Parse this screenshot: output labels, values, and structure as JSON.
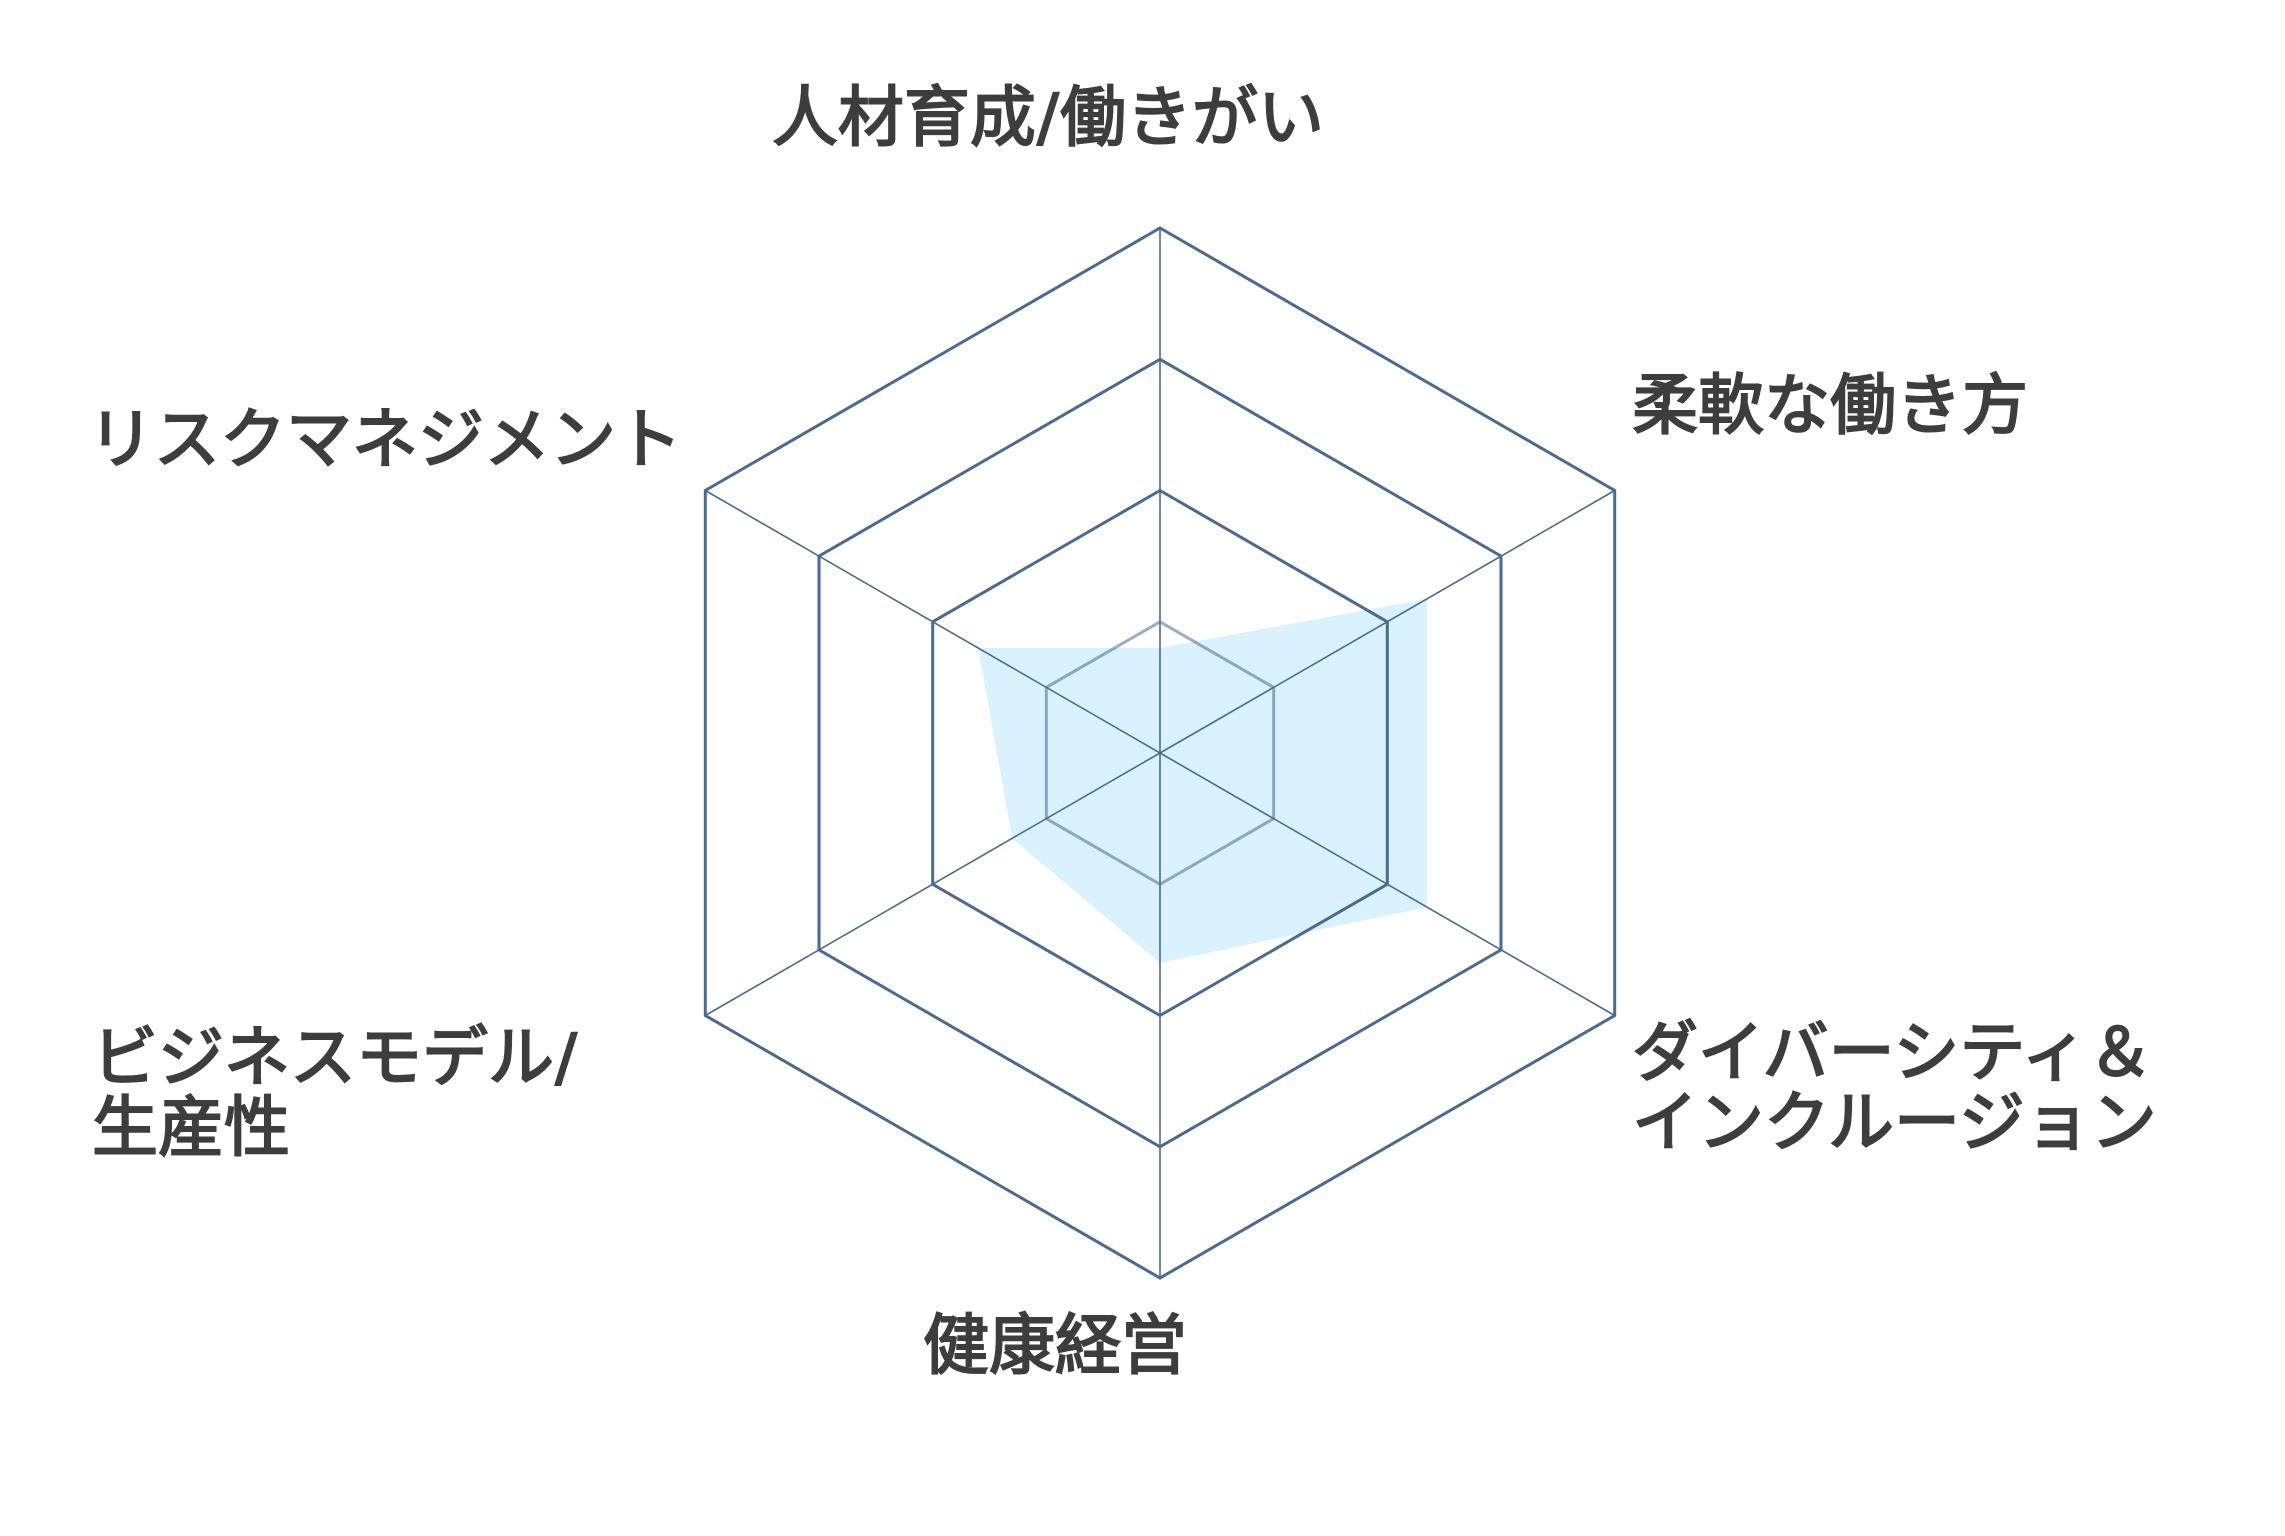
{
  "chart_data": {
    "type": "radar",
    "title": "",
    "categories": [
      [
        "人材育成/働きがい"
      ],
      [
        "柔軟な働き方"
      ],
      [
        "ダイバーシティ＆",
        "インクルージョン"
      ],
      [
        "健康経営"
      ],
      [
        "ビジネスモデル/",
        "生産性"
      ],
      [
        "リスクマネジメント"
      ]
    ],
    "scale": {
      "min": 0,
      "max": 4,
      "rings": [
        1,
        2,
        3,
        4
      ],
      "tick_labels_shown": false
    },
    "series": [
      {
        "values": [
          0.8,
          2.35,
          2.35,
          1.6,
          1.3,
          1.6
        ]
      }
    ],
    "legend": "none",
    "colors": {
      "fill": "#cfeefc",
      "grid": "#4a6a8f",
      "text": "#3d3d3d",
      "background": "#ffffff"
    }
  }
}
